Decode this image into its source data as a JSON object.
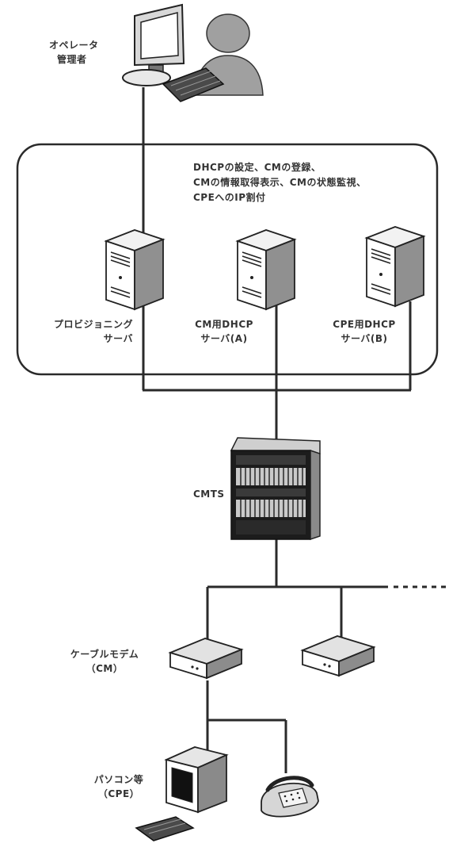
{
  "operator": {
    "line1": "オペレータ",
    "line2": "管理者"
  },
  "functions": {
    "line1": "DHCPの設定、CMの登録、",
    "line2": "CMの情報取得表示、CMの状態監視、",
    "line3": "CPEへのIP割付"
  },
  "servers": [
    {
      "line1": "プロビジョニング",
      "line2": "サーバ"
    },
    {
      "line1": "CM用DHCP",
      "line2": "サーバ(A)"
    },
    {
      "line1": "CPE用DHCP",
      "line2": "サーバ(B)"
    }
  ],
  "cmts": {
    "label": "CMTS"
  },
  "modem": {
    "line1": "ケーブルモデム",
    "line2": "（CM）"
  },
  "pc": {
    "line1": "パソコン等",
    "line2": "（CPE）"
  }
}
